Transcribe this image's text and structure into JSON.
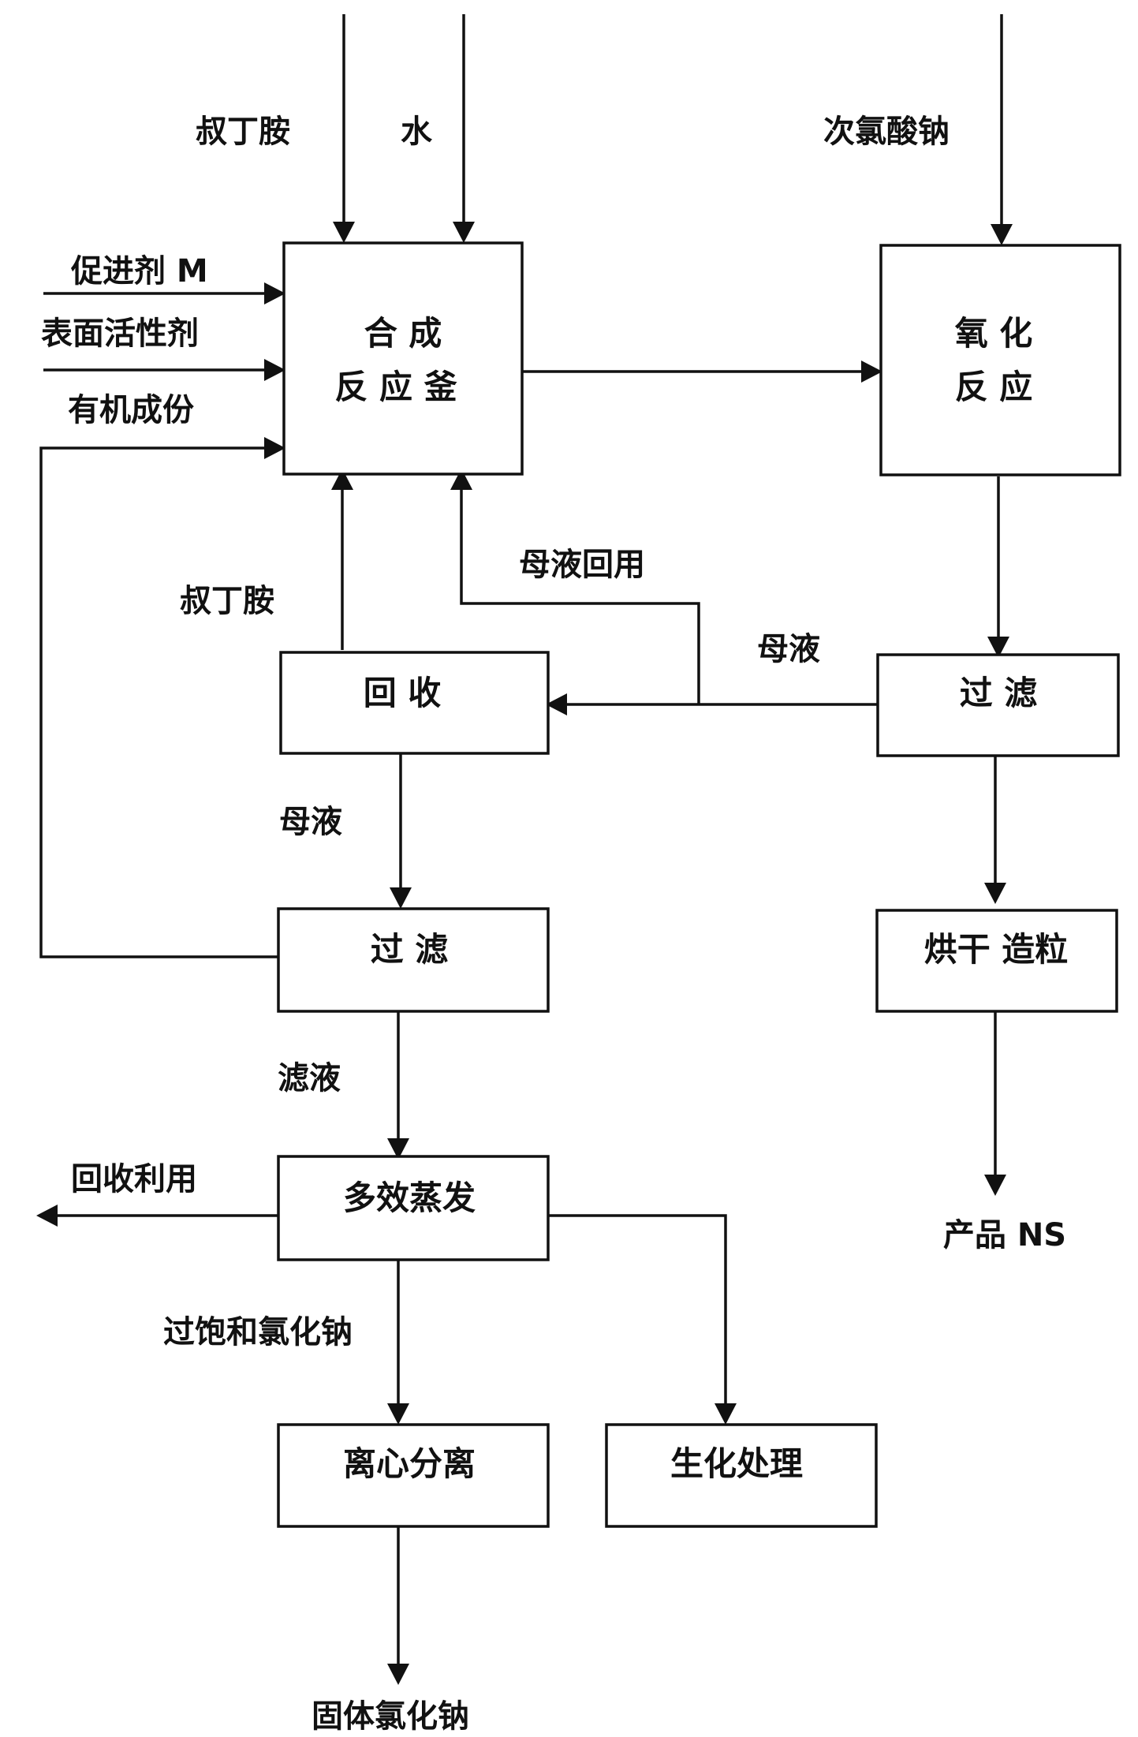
{
  "boxes": {
    "synthesis": {
      "line1": "合 成",
      "line2": "反 应 釜"
    },
    "oxidation": {
      "line1": "氧  化",
      "line2": "反  应"
    },
    "recovery": {
      "label": "回        收"
    },
    "filter_right": {
      "label": "过     滤"
    },
    "filter_left": {
      "label": "过      滤"
    },
    "drying": {
      "label": "烘干  造粒"
    },
    "evaporation": {
      "label": "多效蒸发"
    },
    "centrifuge": {
      "label": "离心分离"
    },
    "biochem": {
      "label": "生化处理"
    }
  },
  "labels": {
    "tert_butylamine_in": "叔丁胺",
    "water_in": "水",
    "hypochlorite_in": "次氯酸钠",
    "promoter_m": "促进剂 M",
    "surfactant": "表面活性剂",
    "organic_component": "有机成份",
    "mother_liquor_reuse": "母液回用",
    "tert_butylamine_recycle": "叔丁胺",
    "mother_liquor_right": "母液",
    "mother_liquor_left": "母液",
    "filtrate": "滤液",
    "recycle_use": "回收利用",
    "supersaturated_nacl": "过饱和氯化钠",
    "product_ns": "产品 NS",
    "solid_nacl": "固体氯化钠"
  },
  "colors": {
    "ink": "#111111",
    "background": "#ffffff"
  }
}
